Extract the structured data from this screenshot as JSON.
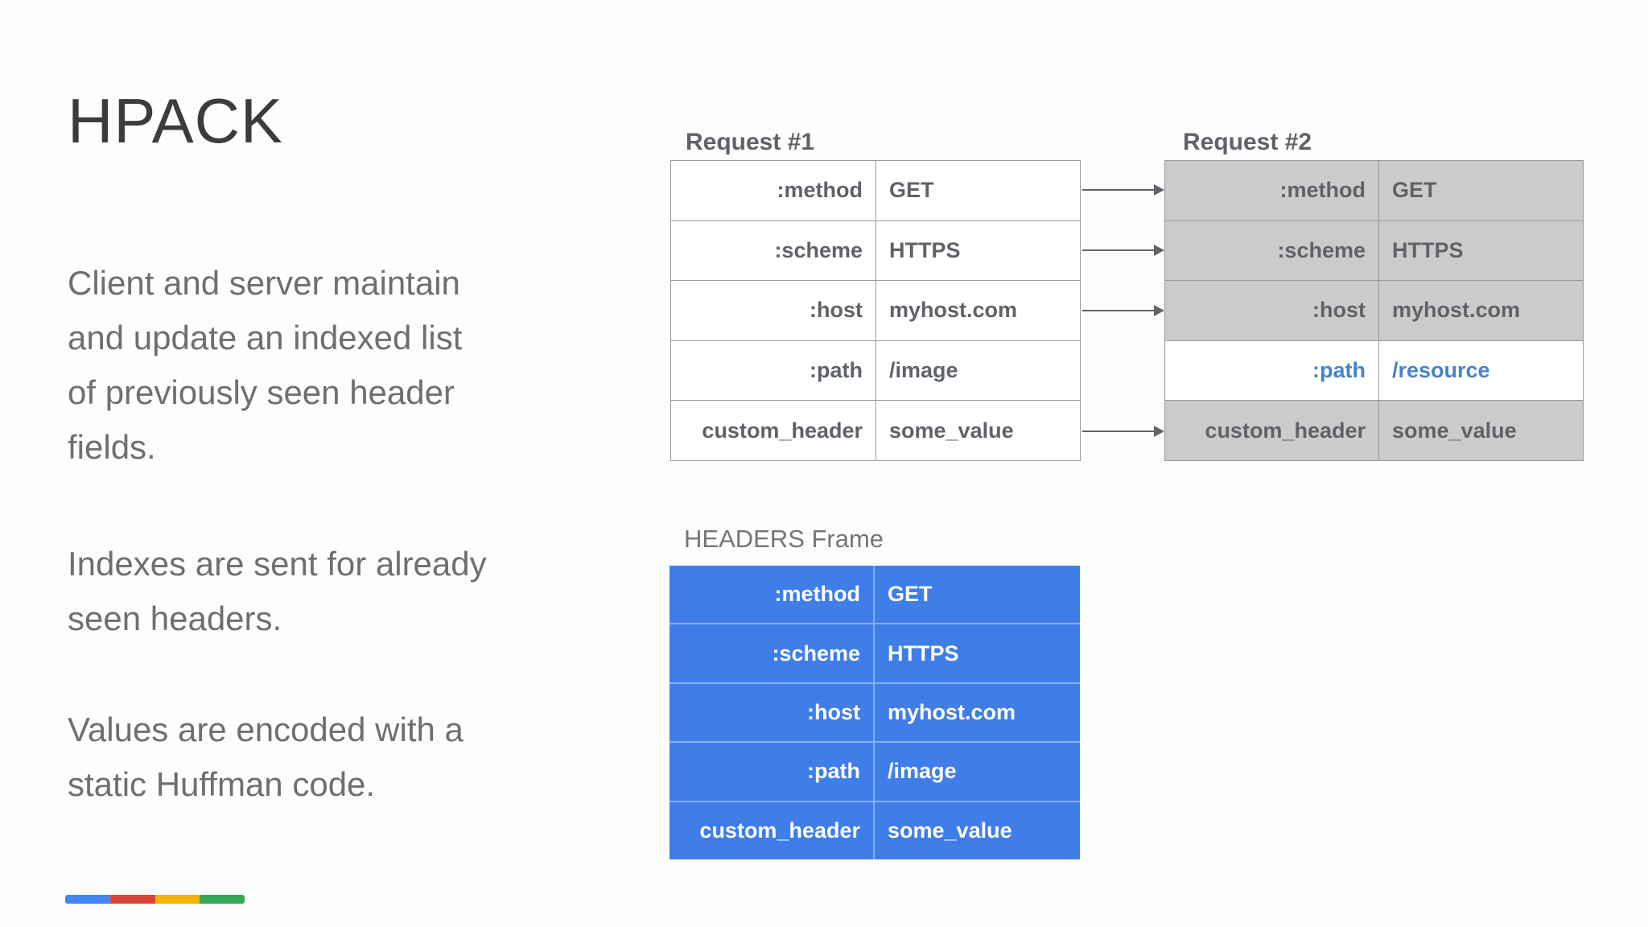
{
  "slide": {
    "title": "HPACK",
    "paragraphs": [
      "Client and server maintain\nand update an indexed list\nof previously seen header\nfields.",
      "Indexes are sent for already\nseen headers.",
      "Values are encoded with a\nstatic Huffman code."
    ]
  },
  "tables": {
    "request1": {
      "title": "Request #1",
      "rows": [
        {
          "key": ":method",
          "value": "GET"
        },
        {
          "key": ":scheme",
          "value": "HTTPS"
        },
        {
          "key": ":host",
          "value": "myhost.com"
        },
        {
          "key": ":path",
          "value": "/image"
        },
        {
          "key": "custom_header",
          "value": "some_value"
        }
      ]
    },
    "request2": {
      "title": "Request #2",
      "rows": [
        {
          "key": ":method",
          "value": "GET",
          "state": "repeated"
        },
        {
          "key": ":scheme",
          "value": "HTTPS",
          "state": "repeated"
        },
        {
          "key": ":host",
          "value": "myhost.com",
          "state": "repeated"
        },
        {
          "key": ":path",
          "value": "/resource",
          "state": "changed"
        },
        {
          "key": "custom_header",
          "value": "some_value",
          "state": "repeated"
        }
      ]
    },
    "headers_frame": {
      "title": "HEADERS Frame",
      "rows": [
        {
          "key": ":method",
          "value": "GET"
        },
        {
          "key": ":scheme",
          "value": "HTTPS"
        },
        {
          "key": ":host",
          "value": "myhost.com"
        },
        {
          "key": ":path",
          "value": "/image"
        },
        {
          "key": "custom_header",
          "value": "some_value"
        }
      ]
    }
  },
  "colors": {
    "headers_frame_bg": "#3f7de9",
    "repeated_row_bg": "#cbcbcb",
    "changed_text": "#4584c8",
    "brand_bar_blue": "#4285f4",
    "brand_bar_red": "#db4437",
    "brand_bar_yellow": "#f4b400",
    "brand_bar_green": "#34a853"
  }
}
